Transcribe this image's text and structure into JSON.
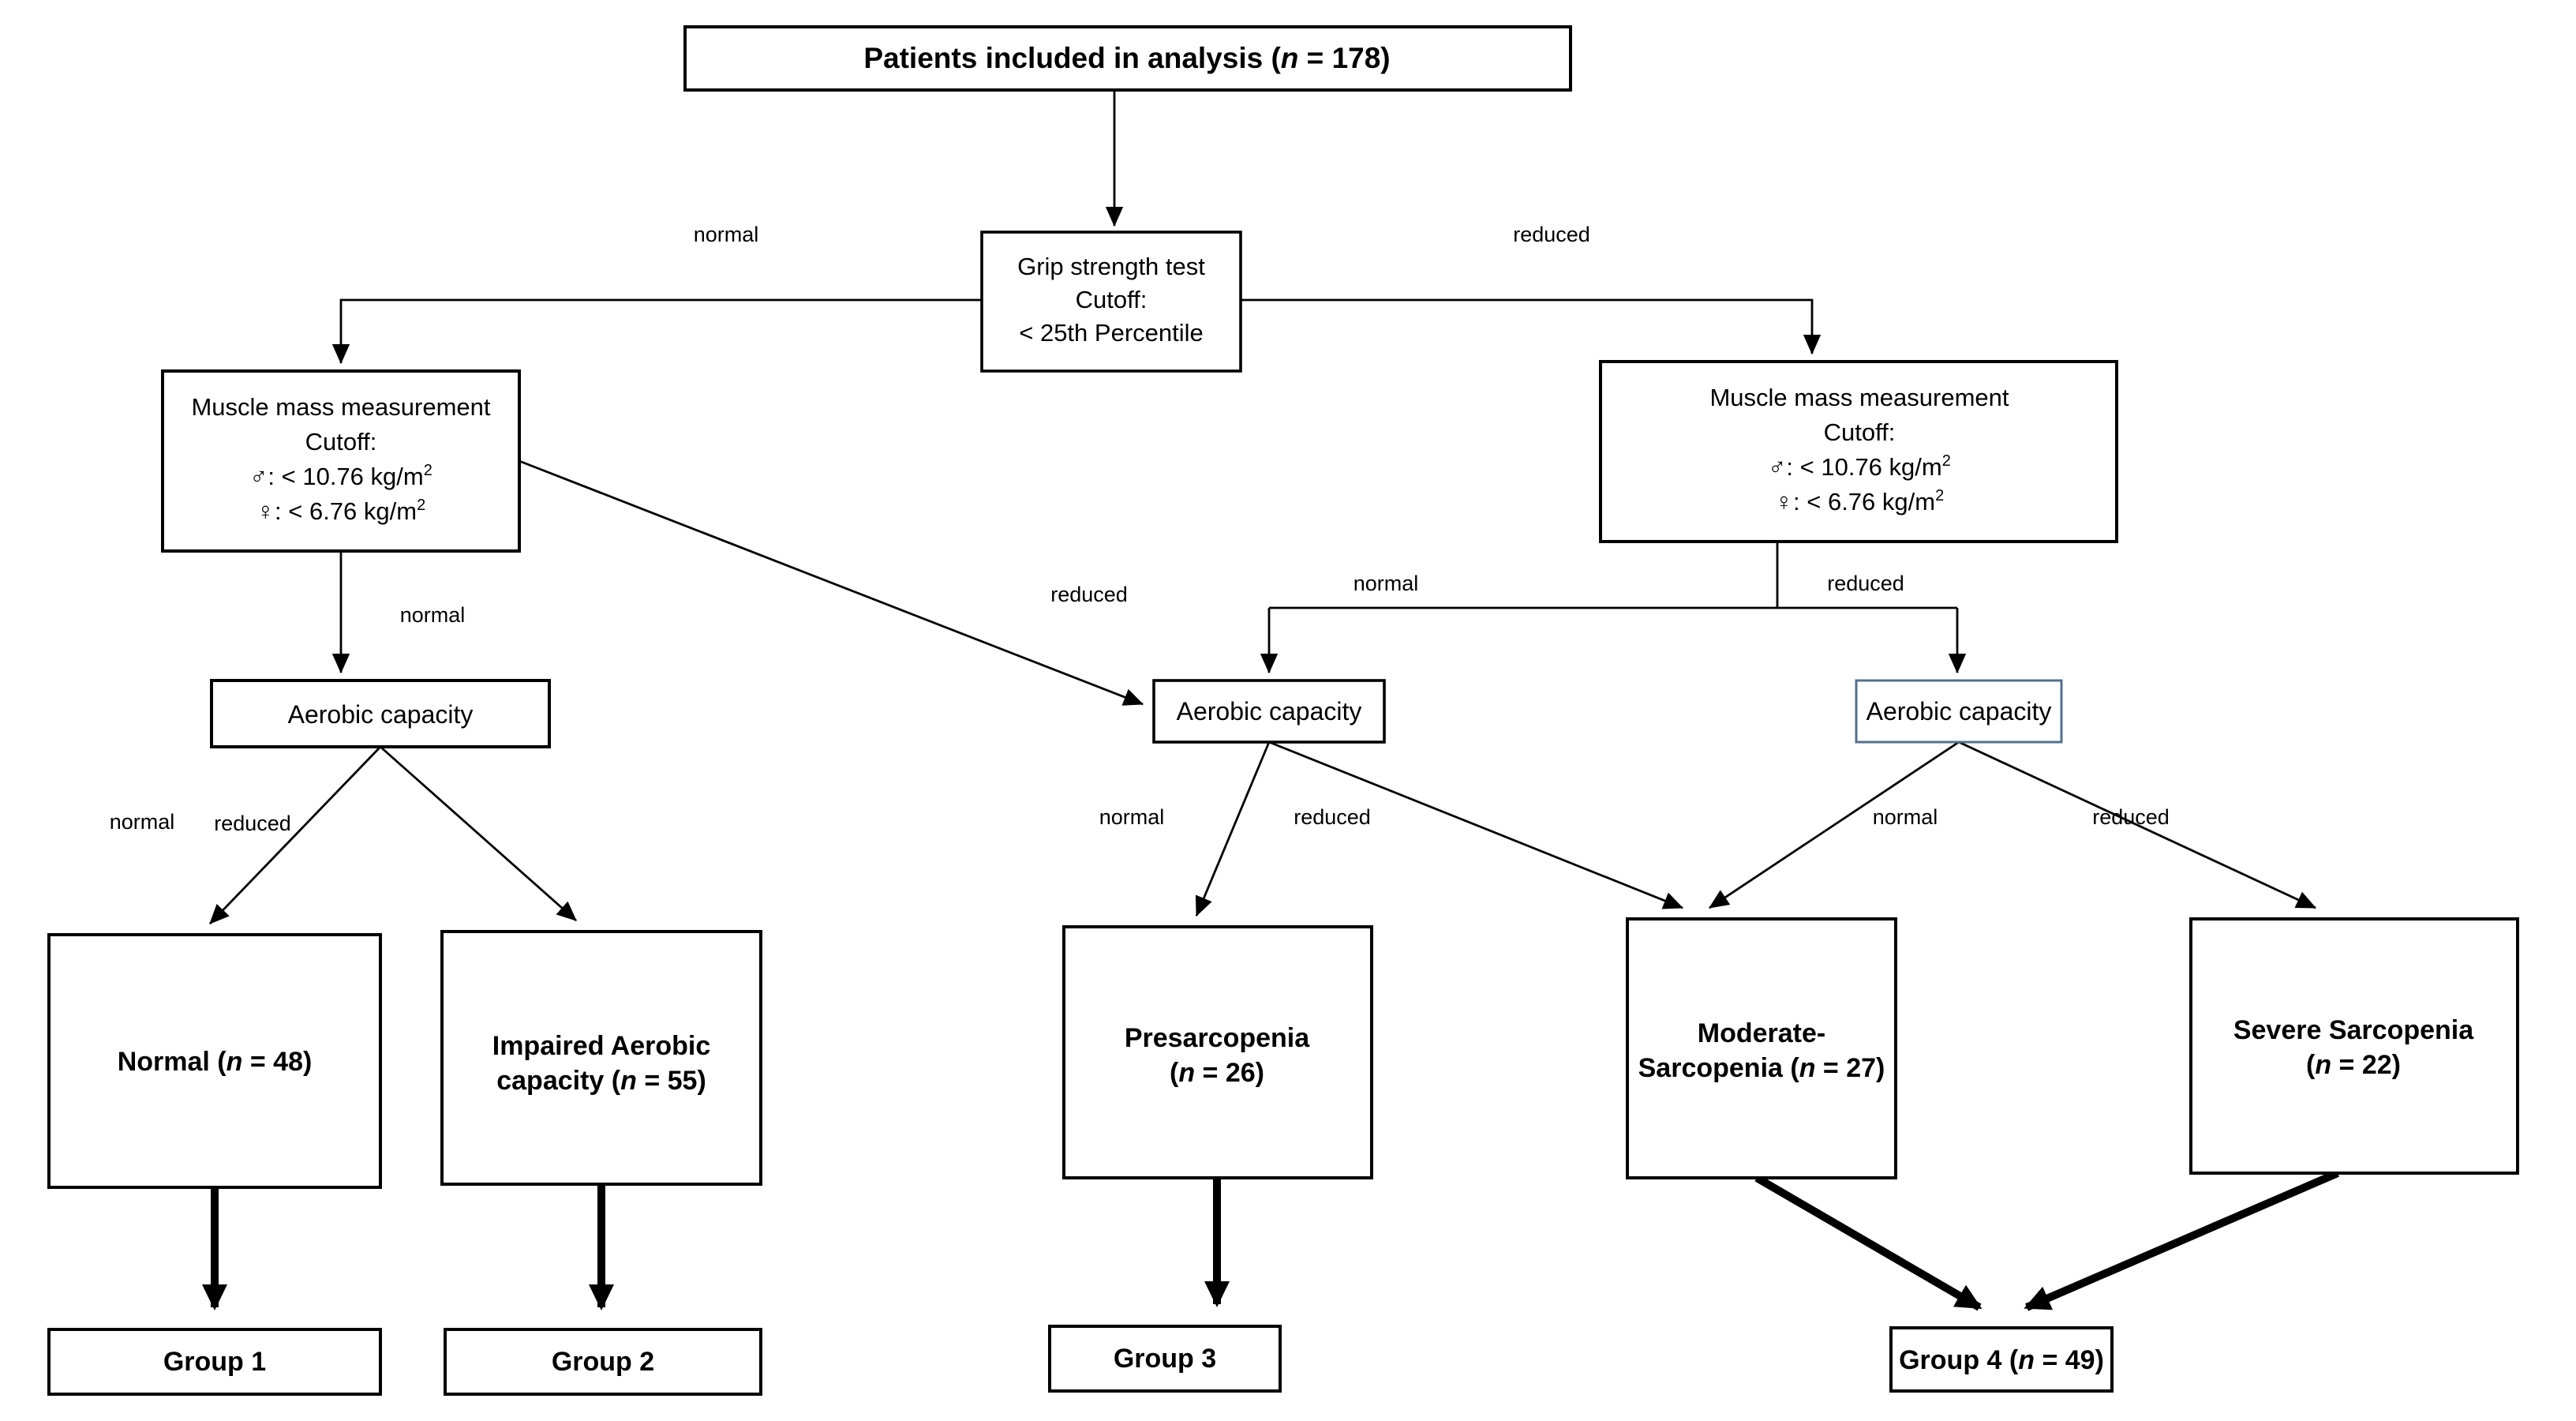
{
  "colors": {
    "background": "#ffffff",
    "line": "#000000",
    "text": "#000000",
    "aerobic_right_border": "#54708e"
  },
  "nodes": {
    "patients": {
      "pre": "Patients included in analysis (",
      "nvar": "n",
      "post": " = 178)"
    },
    "grip": {
      "line1": "Grip strength test",
      "line2": "Cutoff:",
      "line3": "< 25th Percentile"
    },
    "muscle_left": {
      "line1": "Muscle mass measurement",
      "line2": "Cutoff:",
      "male_pre": "♂: < 10.76 kg/m",
      "male_sup": "2",
      "female_pre": "♀: < 6.76 kg/m",
      "female_sup": "2"
    },
    "muscle_right": {
      "line1": "Muscle mass measurement",
      "line2": "Cutoff:",
      "male_pre": "♂: < 10.76 kg/m",
      "male_sup": "2",
      "female_pre": "♀: < 6.76 kg/m",
      "female_sup": "2"
    },
    "aerobic_left": {
      "label": "Aerobic capacity"
    },
    "aerobic_mid": {
      "label": "Aerobic capacity"
    },
    "aerobic_right": {
      "label": "Aerobic capacity"
    },
    "normal_outcome": {
      "pre": "Normal (",
      "nvar": "n",
      "post": " = 48)"
    },
    "impaired_outcome": {
      "line1": "Impaired Aerobic",
      "line2_pre": "capacity (",
      "nvar": "n",
      "line2_post": " = 55)"
    },
    "presarcopenia_outcome": {
      "line1": "Presarcopenia",
      "line2_pre": "(",
      "nvar": "n",
      "line2_post": " = 26)"
    },
    "moderate_outcome": {
      "line1": "Moderate-",
      "line2_pre": "Sarcopenia (",
      "nvar": "n",
      "line2_post": " = 27)"
    },
    "severe_outcome": {
      "line1": "Severe Sarcopenia",
      "line2_pre": "(",
      "nvar": "n",
      "line2_post": " = 22)"
    },
    "group1": {
      "label": "Group 1"
    },
    "group2": {
      "label": "Group 2"
    },
    "group3": {
      "label": "Group 3"
    },
    "group4": {
      "pre": "Group 4 (",
      "nvar": "n",
      "post": " = 49)"
    }
  },
  "edge_labels": {
    "grip_normal": "normal",
    "grip_reduced": "reduced",
    "muscle_left_normal": "normal",
    "muscle_left_reduced": "reduced",
    "muscle_right_normal": "normal",
    "muscle_right_reduced": "reduced",
    "aerobic_left_normal": "normal",
    "aerobic_left_reduced": "reduced",
    "aerobic_mid_normal": "normal",
    "aerobic_mid_reduced": "reduced",
    "aerobic_right_normal": "normal",
    "aerobic_right_reduced": "reduced"
  }
}
